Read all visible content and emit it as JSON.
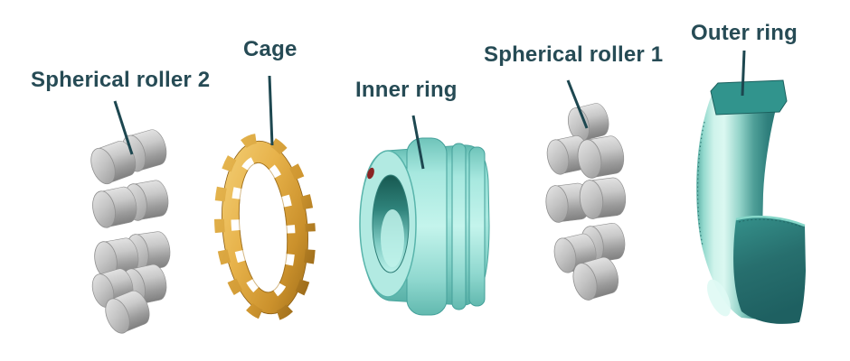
{
  "figure": {
    "type": "exploded-view-diagram",
    "background": "#ffffff"
  },
  "labels": {
    "spherical_roller_2": "Spherical roller 2",
    "cage": "Cage",
    "inner_ring": "Inner ring",
    "spherical_roller_1": "Spherical roller 1",
    "outer_ring": "Outer ring"
  },
  "parts": [
    {
      "id": "spherical-roller-2",
      "label": "Spherical roller 2",
      "material_color": "#b5b5b5"
    },
    {
      "id": "cage",
      "label": "Cage",
      "material_color": "#e0a93c"
    },
    {
      "id": "inner-ring",
      "label": "Inner ring",
      "material_color": "#8fdcd4"
    },
    {
      "id": "spherical-roller-1",
      "label": "Spherical roller 1",
      "material_color": "#b5b5b5"
    },
    {
      "id": "outer-ring",
      "label": "Outer ring",
      "material_color": "#2e8282"
    }
  ],
  "colors": {
    "label_text": "#264b55",
    "leader_line": "#1d4750",
    "roller_gray": "#b5b5b5",
    "cage_gold": "#e0a93c",
    "teal_light": "#aaeae1",
    "teal_dark": "#27706f"
  }
}
